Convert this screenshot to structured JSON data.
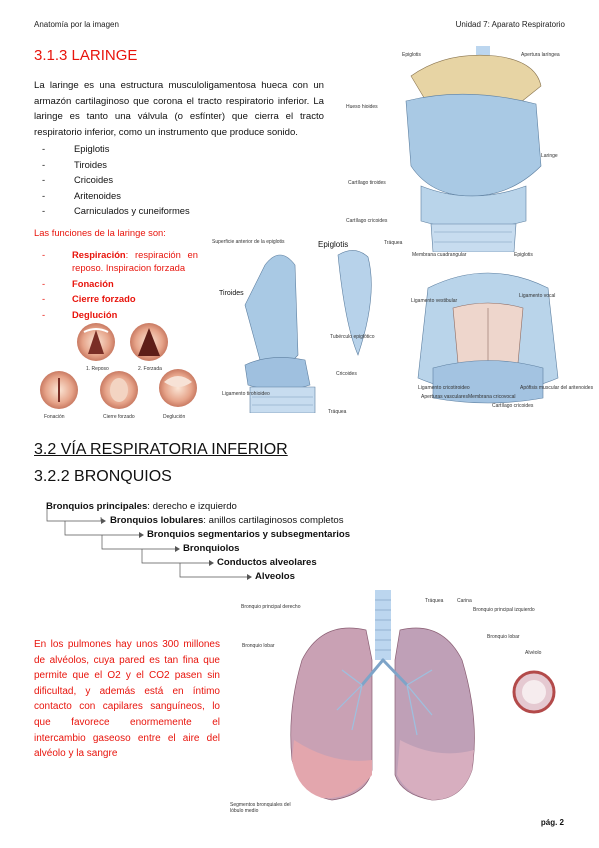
{
  "header": {
    "left": "Anatomía por la imagen",
    "right": "Unidad 7: Aparato Respiratorio"
  },
  "larynx": {
    "title": "3.1.3 LARINGE",
    "intro": "La laringe es una estructura musculoligamentosa hueca con un armazón cartilaginoso que corona el tracto respiratorio inferior. La laringe es tanto una válvula (o esfínter) que cierra el tracto respiratorio inferior, como un instrumento que produce sonido.",
    "cartilages": [
      "Epiglotis",
      "Tiroides",
      "Cricoides",
      "Aritenoides",
      "Carniculados y cuneiformes"
    ],
    "functions_title": "Las funciones de la laringe son:",
    "functions": [
      {
        "name": "Respiración",
        "rest": ": respiración en reposo. Inspiracion forzada"
      },
      {
        "name": "Fonación",
        "rest": ""
      },
      {
        "name": "Cierre forzado",
        "rest": ""
      },
      {
        "name": "Deglución",
        "rest": ""
      }
    ]
  },
  "figure_labels": {
    "top_right": [
      "Epiglotis",
      "Apertura laríngea",
      "Hueso hioides",
      "Laringe",
      "Cartílago tiroides",
      "Cartílago cricoides",
      "Tráquea"
    ],
    "middle": [
      "Superficie anterior de la epiglotis",
      "Epiglotis",
      "Tiroides",
      "Tubérculo epiglótico",
      "Cricoides",
      "Ligamento tirohioideo",
      "Tráquea"
    ],
    "right": [
      "Membrana cuadrangular",
      "Epiglotis",
      "Ligamento vestibular",
      "Ligamento vocal",
      "Ligamento cricotiroideo",
      "Aperturas vasculares",
      "Membrana cricovocal",
      "Apófisis muscular del aritenoides",
      "Cartílago cricoides"
    ],
    "glottis": [
      "1. Reposo",
      "2. Forzada",
      "Fonación",
      "Cierre forzado",
      "Deglución"
    ]
  },
  "lower": {
    "title": "3.2 VÍA RESPIRATORIA INFERIOR",
    "subtitle": "3.2.2 BRONQUIOS",
    "cascade": [
      {
        "bold": "Bronquios principales",
        "rest": ": derecho e izquierdo"
      },
      {
        "bold": "Bronquios lobulares",
        "rest": ": anillos cartilaginosos completos"
      },
      {
        "bold": "Bronquios segmentarios y subsegmentarios",
        "rest": ""
      },
      {
        "bold": "Bronquiolos",
        "rest": ""
      },
      {
        "bold": "Conductos alveolares",
        "rest": ""
      },
      {
        "bold": "Alveolos",
        "rest": ""
      }
    ],
    "alveoli_text": "En los pulmones hay unos 300 millones de alvéolos, cuya pared es tan fina que permite que el O2 y el CO2 pasen sin dificultad, y además está en íntimo contacto con capilares sanguíneos, lo que favorece enormemente el intercambio gaseoso entre el aire del alvéolo y la sangre",
    "lung_labels": [
      "Bronquio principal derecho",
      "Tráquea",
      "Carina",
      "Bronquio principal izquierdo",
      "Bronquio lobar",
      "Bronquio lobar",
      "Alvéolo",
      "Segmentos bronquiales del lóbulo medio"
    ]
  },
  "page_number": "pág. 2",
  "colors": {
    "red": "#e8140c",
    "cartilage_blue": "#a9c9e4",
    "bone": "#e8d6a8",
    "lung_pink": "#c9a1b4"
  }
}
